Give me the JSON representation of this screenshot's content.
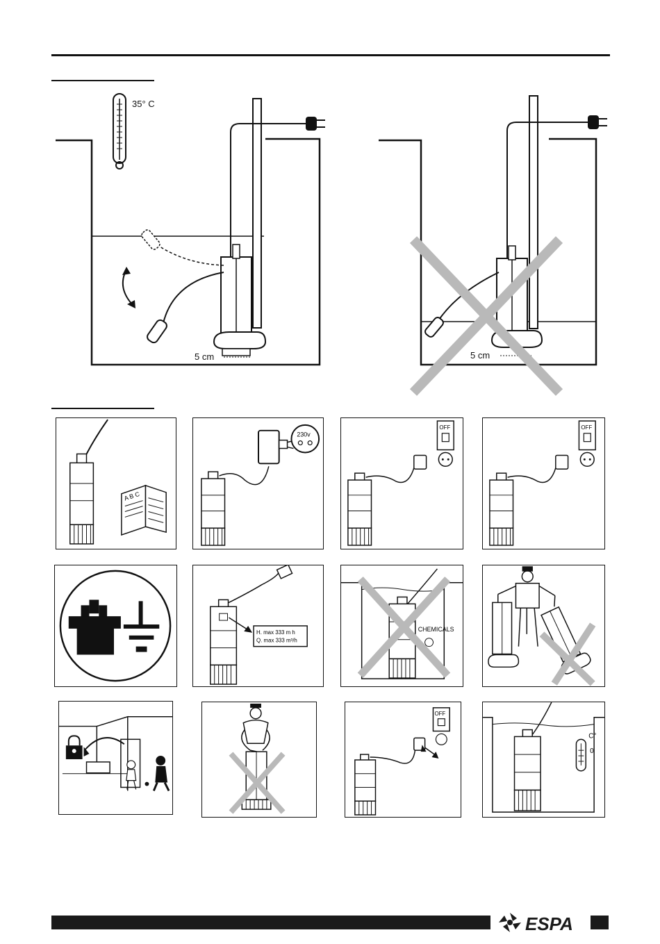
{
  "installation": {
    "temperature_label": "35° C",
    "correct_distance_label": "5 cm",
    "incorrect_distance_label": "5 cm"
  },
  "panels": {
    "voltage_label": "230v",
    "switch_off_label_1": "OFF",
    "switch_off_label_2": "OFF",
    "switch_off_label_3": "OFF",
    "manual_letters": "A B C",
    "nameplate_h": "H. max 333 m h",
    "nameplate_q": "Q. max 333 m³/h",
    "chemicals_label": "CHEMICALS",
    "temp_unit": "C°",
    "temp_zero": "0"
  },
  "footer": {
    "brand_name": "ESPA"
  },
  "colors": {
    "ink": "#111111",
    "cross_gray": "#b9b9b9",
    "footer_bar": "#1a1a1a"
  }
}
